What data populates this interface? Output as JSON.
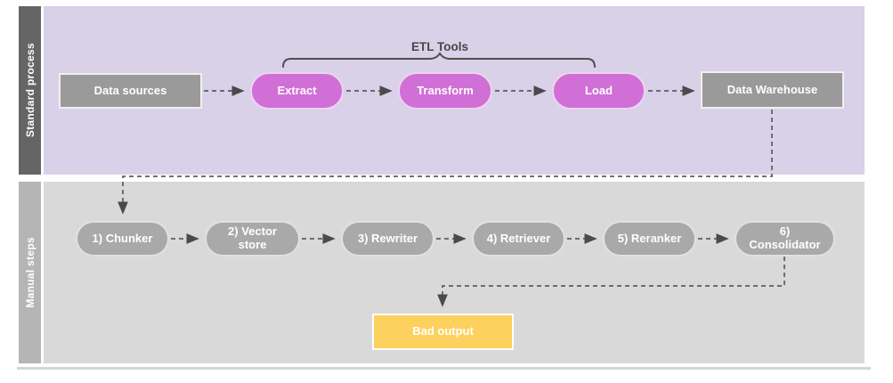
{
  "diagram": {
    "lanes": [
      {
        "label": "Standard process"
      },
      {
        "label": "Manual steps"
      }
    ],
    "standard_process": {
      "data_sources": "Data sources",
      "extract": "Extract",
      "transform": "Transform",
      "load": "Load",
      "data_warehouse": "Data Warehouse",
      "brace_label": "ETL Tools"
    },
    "manual_steps": {
      "steps": [
        "1) Chunker",
        "2) Vector store",
        "3) Rewriter",
        "4) Retriever",
        "5) Reranker",
        "6) Consolidator"
      ],
      "bad_output": "Bad output"
    },
    "colors": {
      "standard_lane_bg": "#d8d1e8",
      "manual_lane_bg": "#d9d9d9",
      "standard_lane_bar": "#656565",
      "manual_lane_bar": "#b5b5b5",
      "etl_pill": "#d06fd6",
      "gray_node": "#9a9a9a",
      "manual_pill": "#a9a9a9",
      "bad_output_box": "#fcd15d",
      "connector": "#5c5c5c"
    }
  }
}
